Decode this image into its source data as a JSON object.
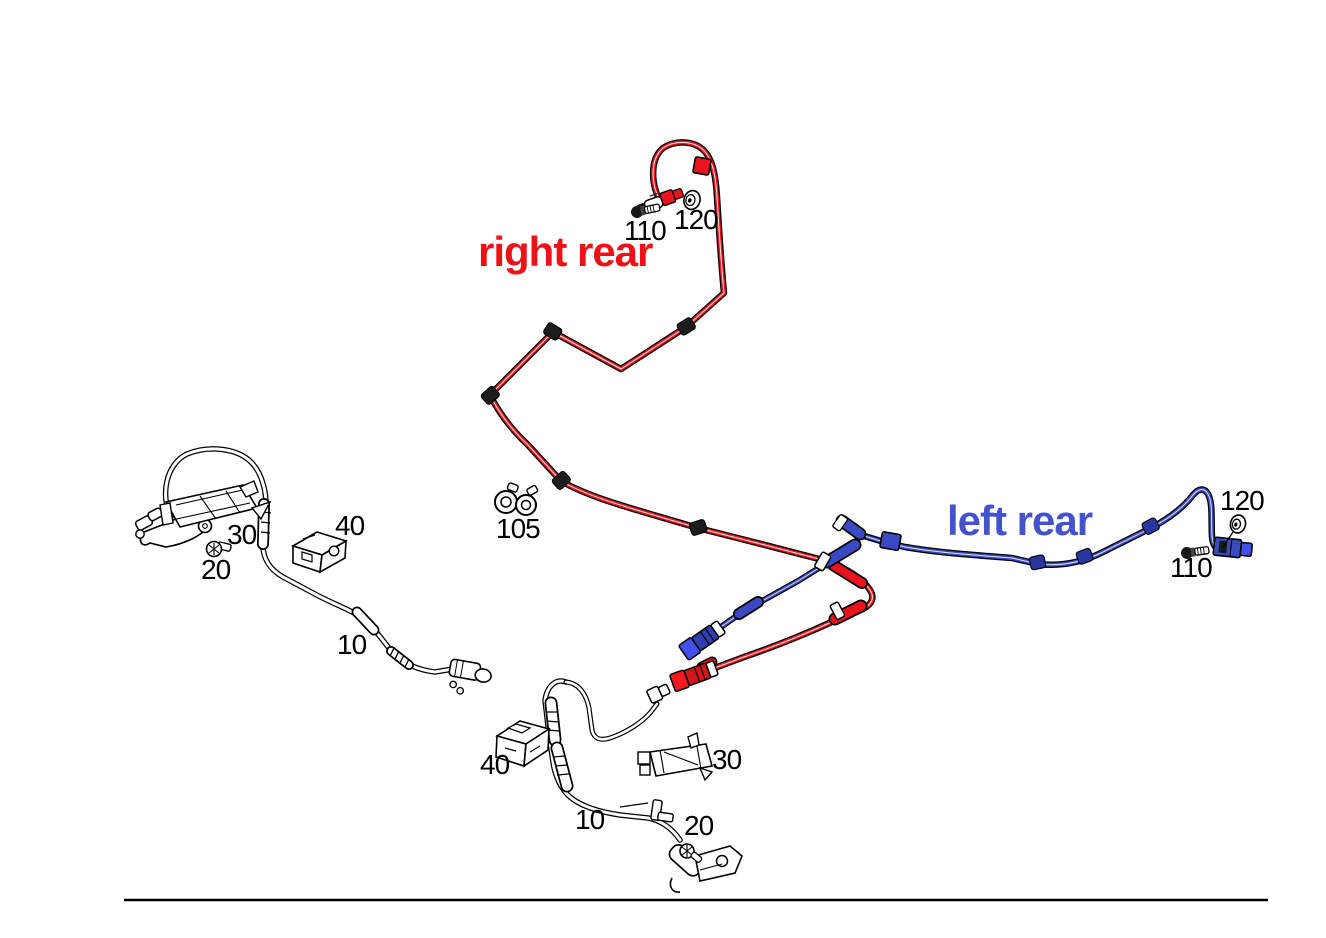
{
  "diagram": {
    "background": "#ffffff",
    "sections": {
      "right_rear": {
        "label": "right rear",
        "color": "#ee1117"
      },
      "left_rear": {
        "label": "left rear",
        "color": "#4353cc"
      }
    },
    "cable_colors": {
      "right_rear_cable": "#e8151e",
      "left_rear_cable": "#3a49c4",
      "outline": "#000000"
    },
    "part_labels": {
      "top_110": "110",
      "top_120": "120",
      "left_30": "30",
      "left_20": "20",
      "left_40": "40",
      "left_10": "10",
      "mid_105": "105",
      "right_120": "120",
      "right_110": "110",
      "bottom_40": "40",
      "bottom_30": "30",
      "bottom_10": "10",
      "bottom_20": "20"
    }
  }
}
